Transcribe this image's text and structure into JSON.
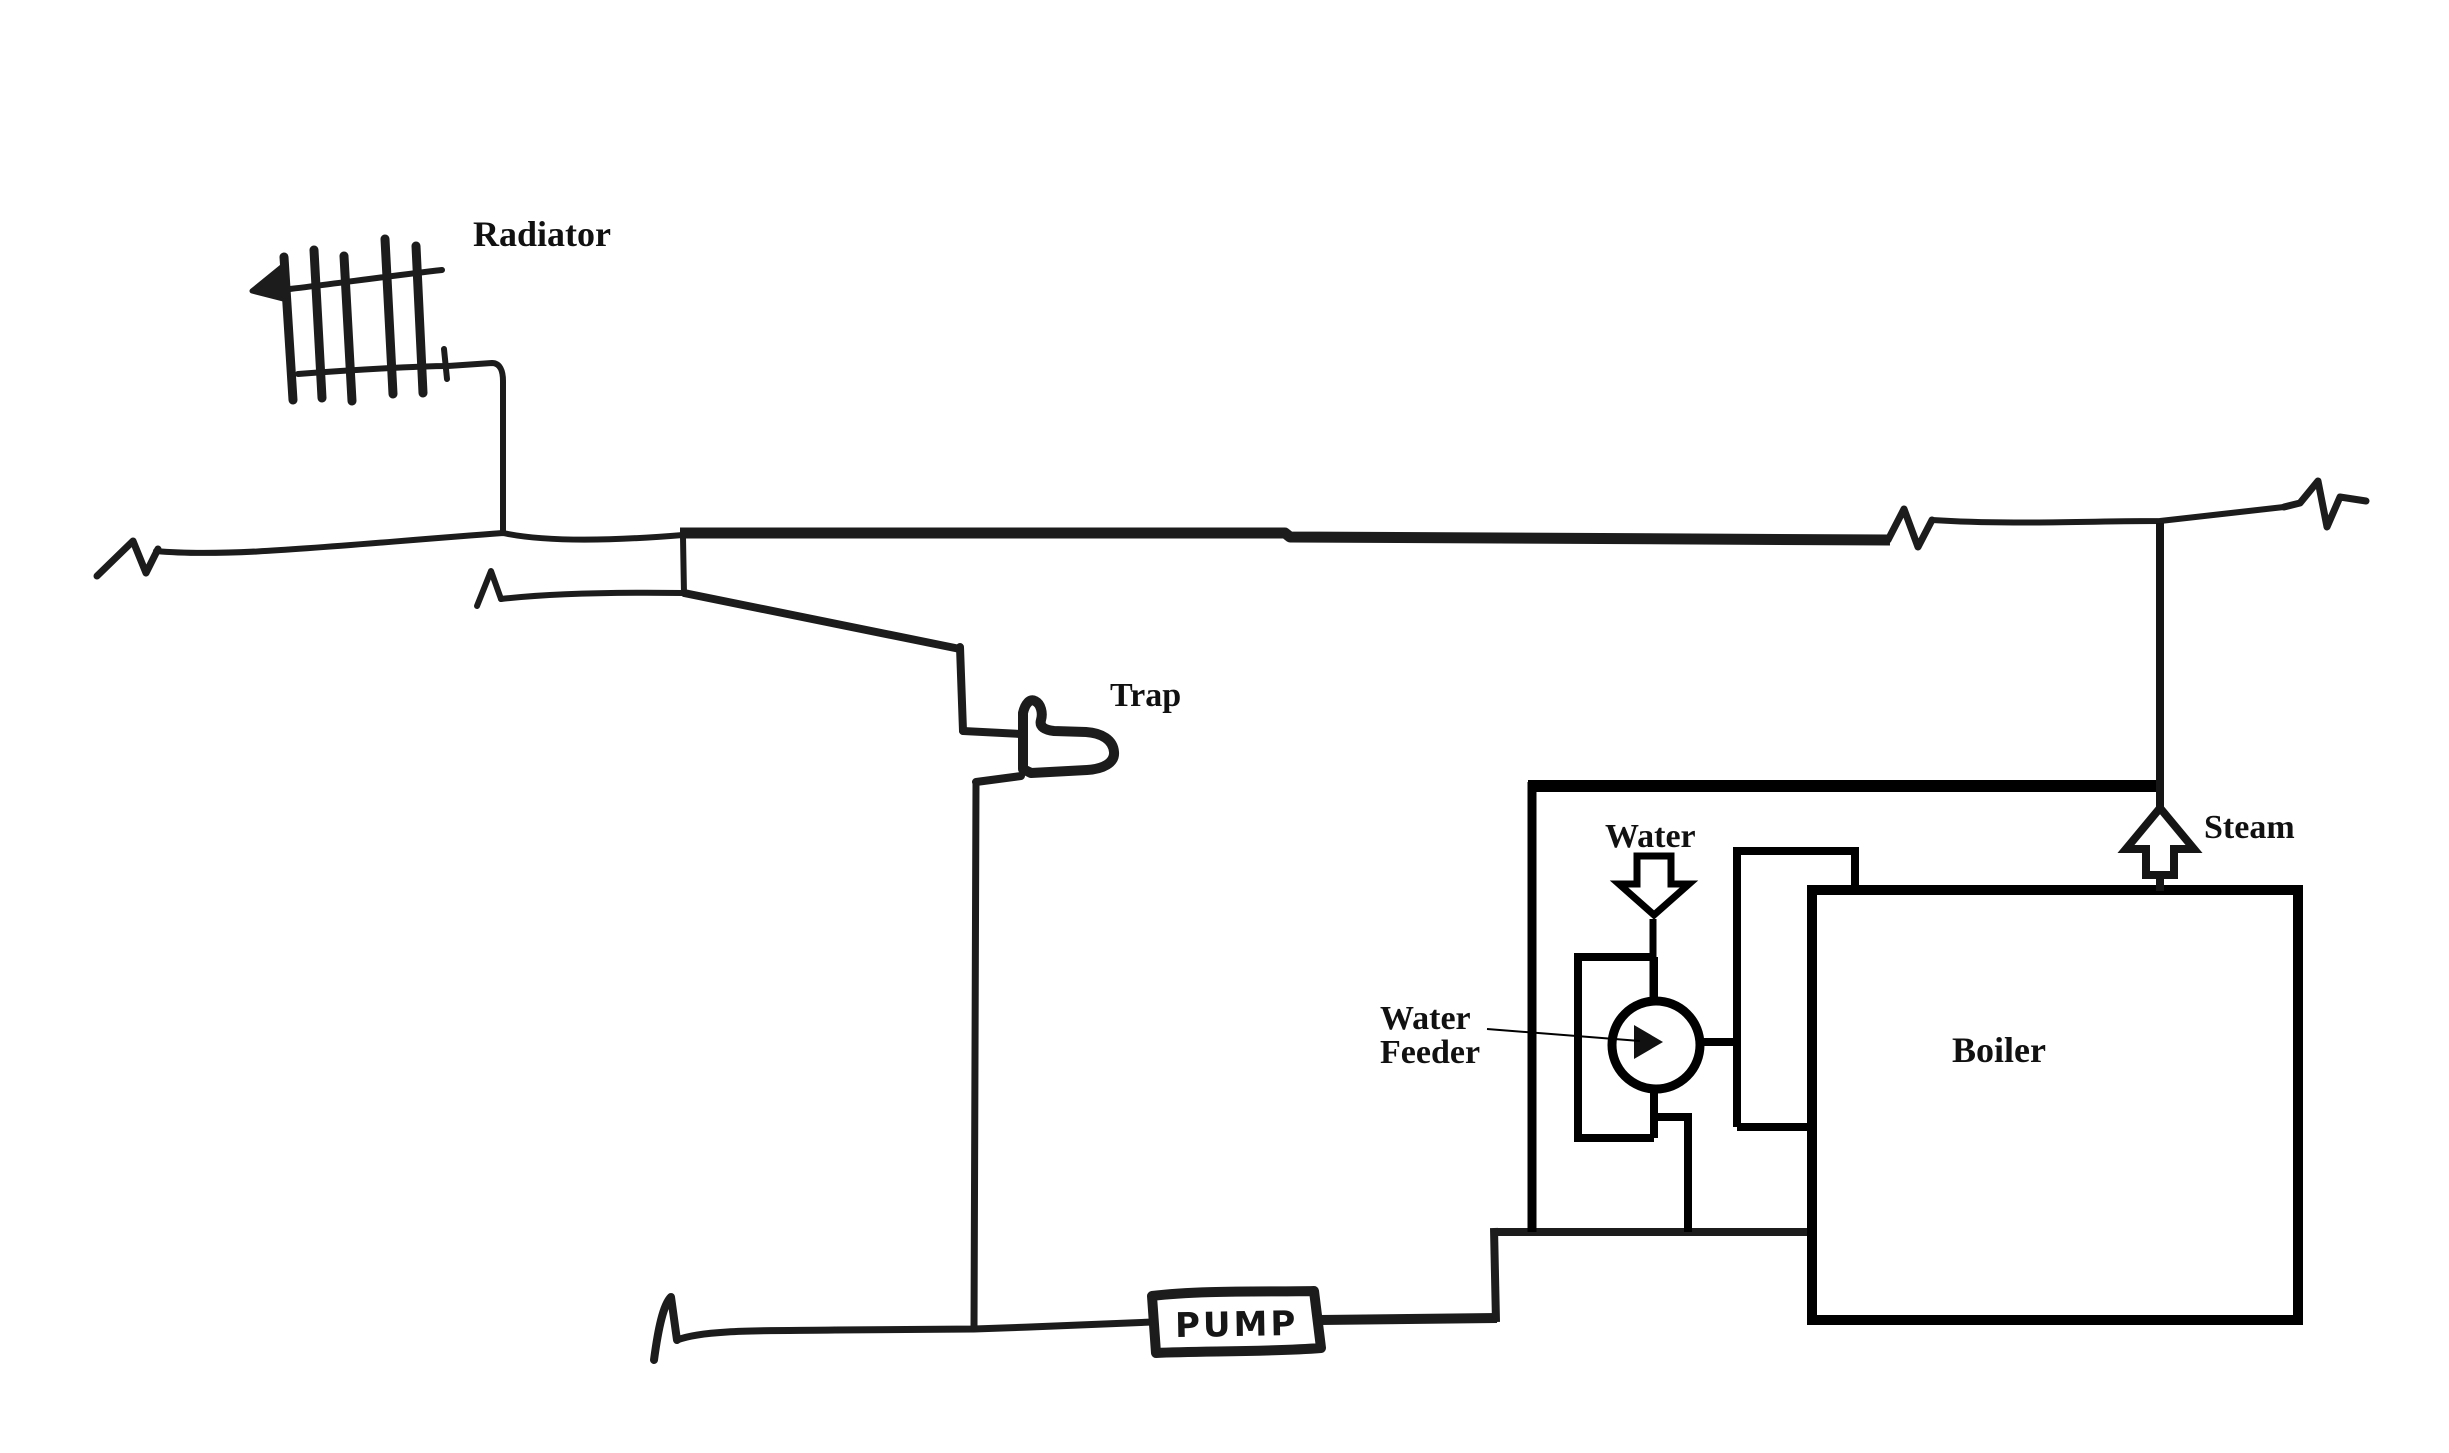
{
  "diagram": {
    "type": "hand-drawn steam heating one-pipe system schematic",
    "background": "#ffffff",
    "ink_color": "#1c1c1c",
    "labels": {
      "radiator": "Radiator",
      "trap": "Trap",
      "water": "Water",
      "water_feeder_line1": "Water",
      "water_feeder_line2": "Feeder",
      "boiler": "Boiler",
      "steam": "Steam",
      "pump": "PUMP"
    },
    "components": [
      {
        "id": "radiator",
        "label": "Radiator"
      },
      {
        "id": "steam-main",
        "label": ""
      },
      {
        "id": "trap",
        "label": "Trap"
      },
      {
        "id": "condensate-return",
        "label": ""
      },
      {
        "id": "pump",
        "label": "PUMP"
      },
      {
        "id": "water-feeder",
        "label": "Water Feeder"
      },
      {
        "id": "boiler",
        "label": "Boiler"
      },
      {
        "id": "steam-riser",
        "label": "Steam"
      },
      {
        "id": "water-inlet",
        "label": "Water"
      }
    ]
  }
}
